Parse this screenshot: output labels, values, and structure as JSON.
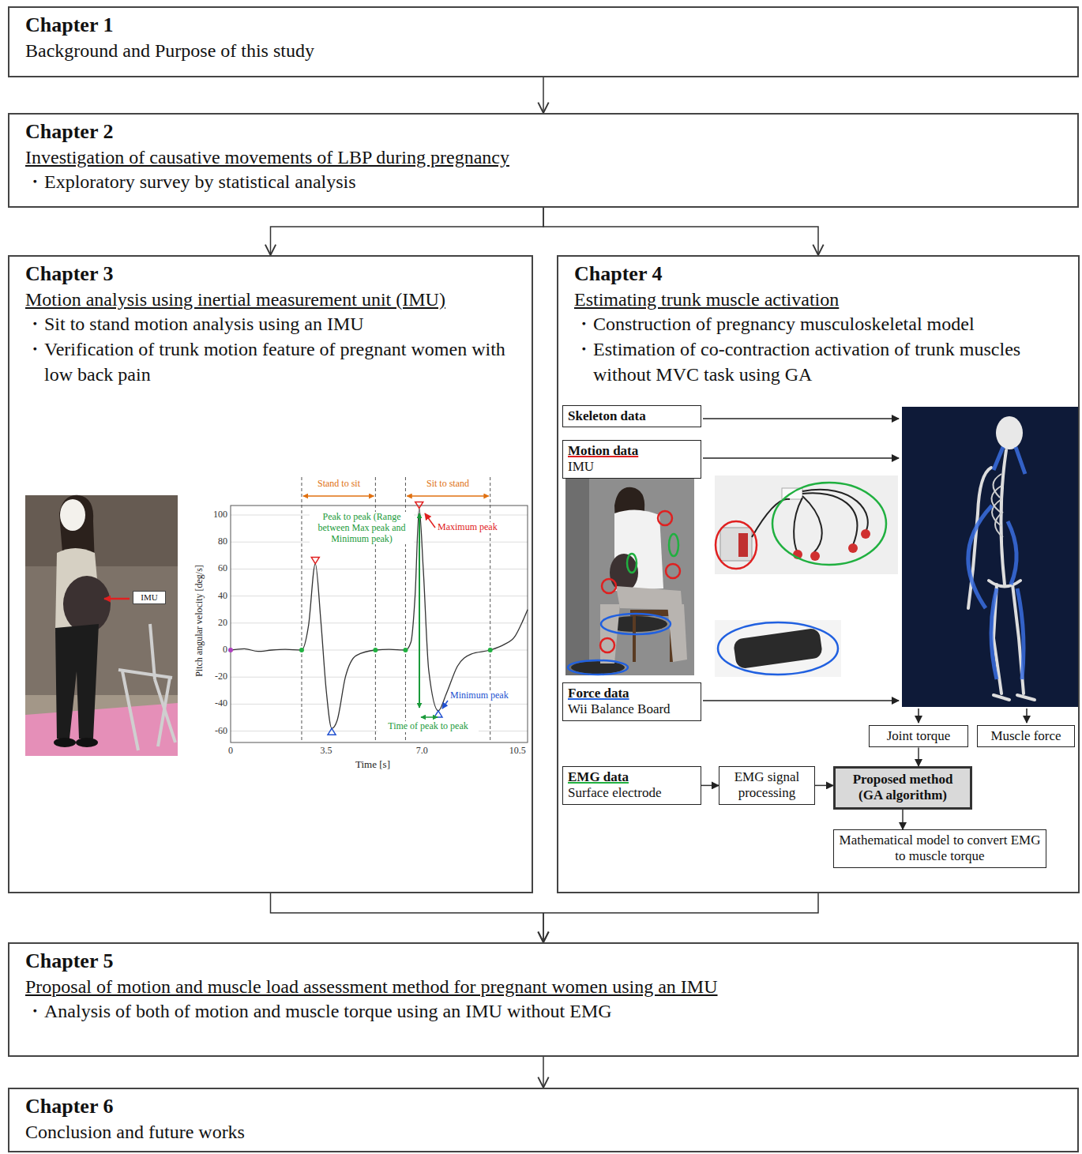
{
  "diagram": {
    "nodes": [
      {
        "text": [
          "Chapter 1",
          "Background and Purpose of this study"
        ]
      },
      {
        "text": [
          "Chapter 2",
          "Investigation of causative movements of LBP during pregnancy",
          "・Exploratory survey by statistical analysis"
        ]
      },
      {
        "text": [
          "Chapter 3",
          "Motion analysis using inertial measurement unit (IMU)",
          "・Sit to stand motion analysis using an IMU",
          "・Verification of trunk motion feature of pregnant women with low back pain"
        ]
      },
      {
        "text": [
          "IMU"
        ],
        "in": 2
      },
      {
        "text": [
          "Chapter 4",
          "Estimating trunk muscle activation",
          "・Construction of pregnancy musculoskeletal model",
          "・Estimation of co-contraction activation of trunk muscles without MVC task using GA"
        ]
      },
      {
        "text": [
          "Skeleton data"
        ],
        "in": 4
      },
      {
        "text": [
          "Motion data",
          "IMU"
        ],
        "in": 4
      },
      {
        "text": [
          "Force data",
          "Wii Balance Board"
        ],
        "in": 4
      },
      {
        "text": [
          "Joint torque"
        ],
        "in": 4
      },
      {
        "text": [
          "Muscle force"
        ],
        "in": 4
      },
      {
        "text": [
          "EMG data",
          "Surface electrode"
        ],
        "in": 4
      },
      {
        "text": [
          "EMG signal processing"
        ],
        "in": 4
      },
      {
        "text": [
          "Proposed method (GA algorithm)"
        ],
        "in": 4
      },
      {
        "text": [
          "Mathematical model to convert EMG to muscle torque"
        ],
        "in": 4
      },
      {
        "text": [
          "Chapter 5",
          "Proposal of motion and muscle load assessment method for pregnant women using an IMU",
          "・Analysis of both of motion and muscle torque using an IMU without EMG"
        ]
      },
      {
        "text": [
          "Chapter 6",
          "Conclusion and future works"
        ]
      }
    ],
    "edges": [
      {
        "from": 0,
        "to": 1,
        "arrow": "to"
      },
      {
        "from": 1,
        "to": 2,
        "arrow": "to"
      },
      {
        "from": 1,
        "to": 4,
        "arrow": "to"
      },
      {
        "from": 2,
        "to": 14,
        "arrow": "to"
      },
      {
        "from": 4,
        "to": 14,
        "arrow": "to"
      },
      {
        "from": 14,
        "to": 15,
        "arrow": "to"
      },
      {
        "from": 10,
        "to": 11,
        "arrow": "to"
      },
      {
        "from": 11,
        "to": 12,
        "arrow": "to"
      },
      {
        "from": 8,
        "to": 12,
        "arrow": "to"
      },
      {
        "from": 12,
        "to": 13,
        "arrow": "to"
      }
    ],
    "labels": [
      "Stand to sit",
      "Sit to stand",
      "Peak to peak (Range between Max peak and Minimum peak)",
      "Maximum peak",
      "100",
      "80",
      "60",
      "40",
      "20",
      "0",
      "-20",
      "-40",
      "-60",
      "Pitch angular velocity [deg/s]",
      "Minimum peak",
      "Time of peak to peak",
      "0",
      "3.5",
      "7.0",
      "10.5",
      "Time [s]"
    ]
  }
}
